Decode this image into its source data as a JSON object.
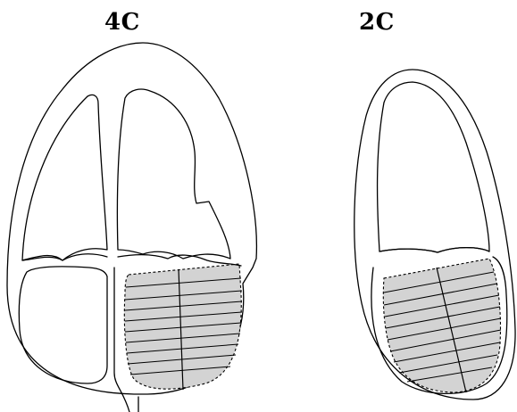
{
  "views": {
    "four_chamber": {
      "label": "4C",
      "disc_count": 10
    },
    "two_chamber": {
      "label": "2C",
      "disc_count": 10
    }
  },
  "colors": {
    "line": "#000000",
    "ventricle_fill": "#d3d3d3",
    "background": "#ffffff"
  }
}
